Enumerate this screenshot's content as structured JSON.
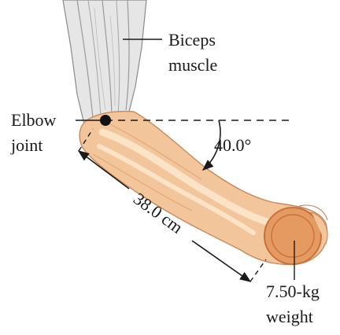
{
  "labels": {
    "biceps_line1": "Biceps",
    "biceps_line2": "muscle",
    "elbow_line1": "Elbow",
    "elbow_line2": "joint",
    "angle": "40.0°",
    "length": "38.0 cm",
    "weight_line1": "7.50-kg",
    "weight_line2": "weight"
  },
  "colors": {
    "skin": "#f3c59a",
    "skin_dark": "#e3a877",
    "skin_light": "#fbe3c8",
    "muscle_gray": "#d9d9d9",
    "weight_fill": "#e59a62",
    "weight_stroke": "#c8713b",
    "ink": "#1a1a1a"
  },
  "icons": {
    "elbow_pivot": "filled-circle",
    "dimension_arrows": "double-headed-arrow"
  }
}
